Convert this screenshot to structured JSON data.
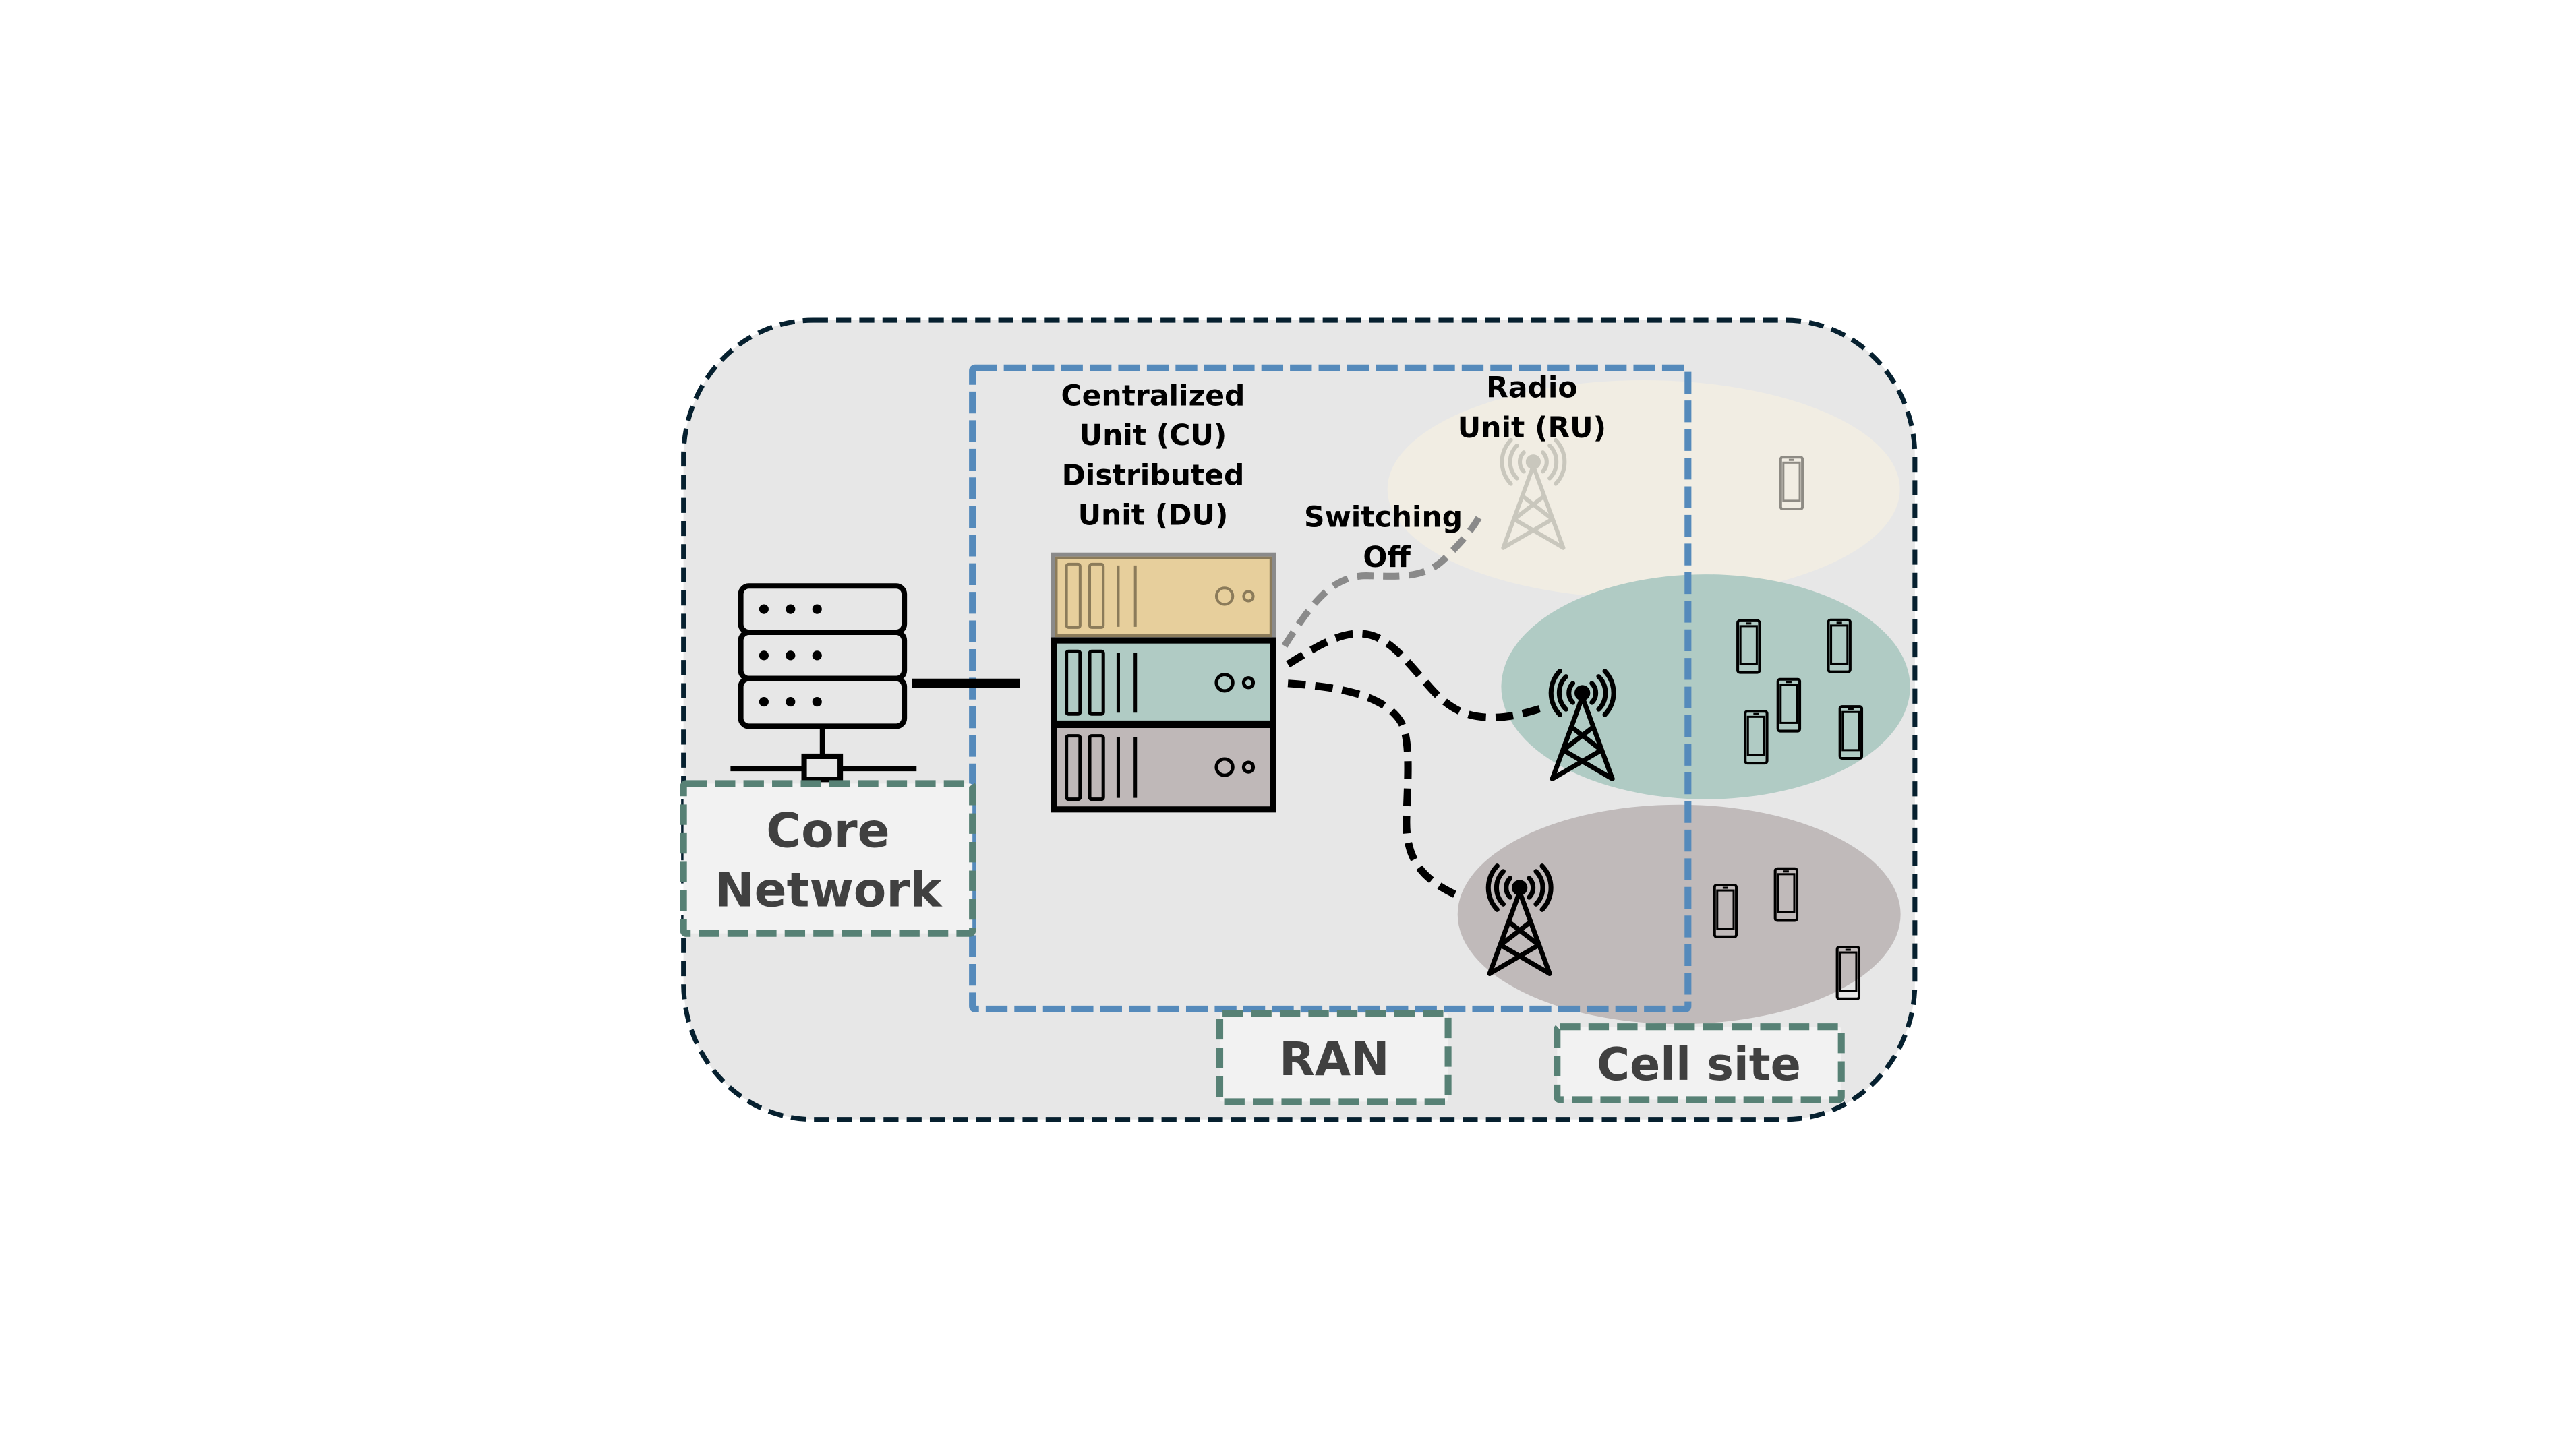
{
  "title": "O-RAN architecture with RU switching off",
  "labels": {
    "cu_du": [
      "Centralized",
      "Unit (CU)",
      "Distributed",
      "Unit (DU)"
    ],
    "ru": [
      "Radio",
      "Unit (RU)"
    ],
    "switching": [
      "Switching",
      "Off"
    ],
    "core_network": [
      "Core",
      "Network"
    ],
    "ran": "RAN",
    "cell_site": "Cell site"
  },
  "colors": {
    "background_region": "#e7e7e7",
    "outer_border": "#06202f",
    "ran_border": "#558abb",
    "label_box_border": "#578175",
    "label_box_fill": "#f2f2f2",
    "label_text": "#404040",
    "cell_off": "#f1ede3",
    "cell_teal": "#b0cbc4",
    "cell_gray": "#c0baba",
    "du_off_fill": "#e7cf9c",
    "du_off_stroke": "#8b7b5a",
    "du_teal_fill": "#b0cbc4",
    "du_gray_fill": "#bfb8b8",
    "faded_icon": "#c9c7bd",
    "faded_phone": "#8e8b84",
    "switch_off_link": "#8a8a8a"
  },
  "cells": [
    {
      "id": "cell-off",
      "state": "switched off",
      "phones": 1
    },
    {
      "id": "cell-teal",
      "state": "active",
      "phones": 5
    },
    {
      "id": "cell-gray",
      "state": "active",
      "phones": 3
    }
  ],
  "du_units": [
    {
      "id": "du-1",
      "state": "off"
    },
    {
      "id": "du-2",
      "state": "active"
    },
    {
      "id": "du-3",
      "state": "active"
    }
  ]
}
